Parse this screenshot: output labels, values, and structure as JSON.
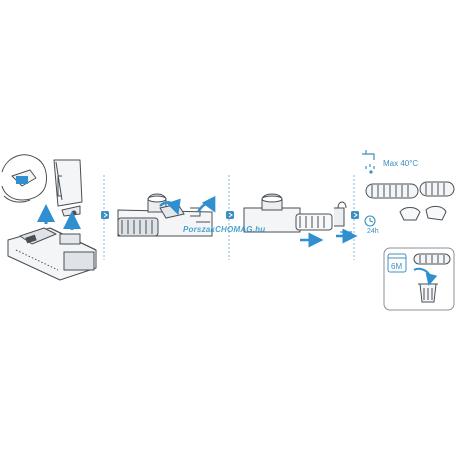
{
  "steps": [
    {
      "name": "step-1-remove-brush-roll",
      "arrow": "next-step-arrow"
    },
    {
      "name": "step-2-open-brush-cover",
      "arrow": "next-step-arrow"
    },
    {
      "name": "step-3-pull-out-brush-rolls",
      "arrow": "next-step-arrow"
    },
    {
      "name": "step-4-wash-and-dry"
    }
  ],
  "wash": {
    "max_temp": "Max 40°C",
    "dry_time": "24h"
  },
  "replace": {
    "interval": "6M"
  },
  "watermark": "PorszakCHOMAG.hu",
  "colors": {
    "line": "#4a4f55",
    "accent": "#3d8fc2",
    "arrow": "#2f8fcf",
    "divider": "#6aa7c9"
  },
  "icons": [
    "water-tap-icon",
    "clock-icon",
    "calendar-icon",
    "trash-bin-icon",
    "arrow-icon"
  ]
}
